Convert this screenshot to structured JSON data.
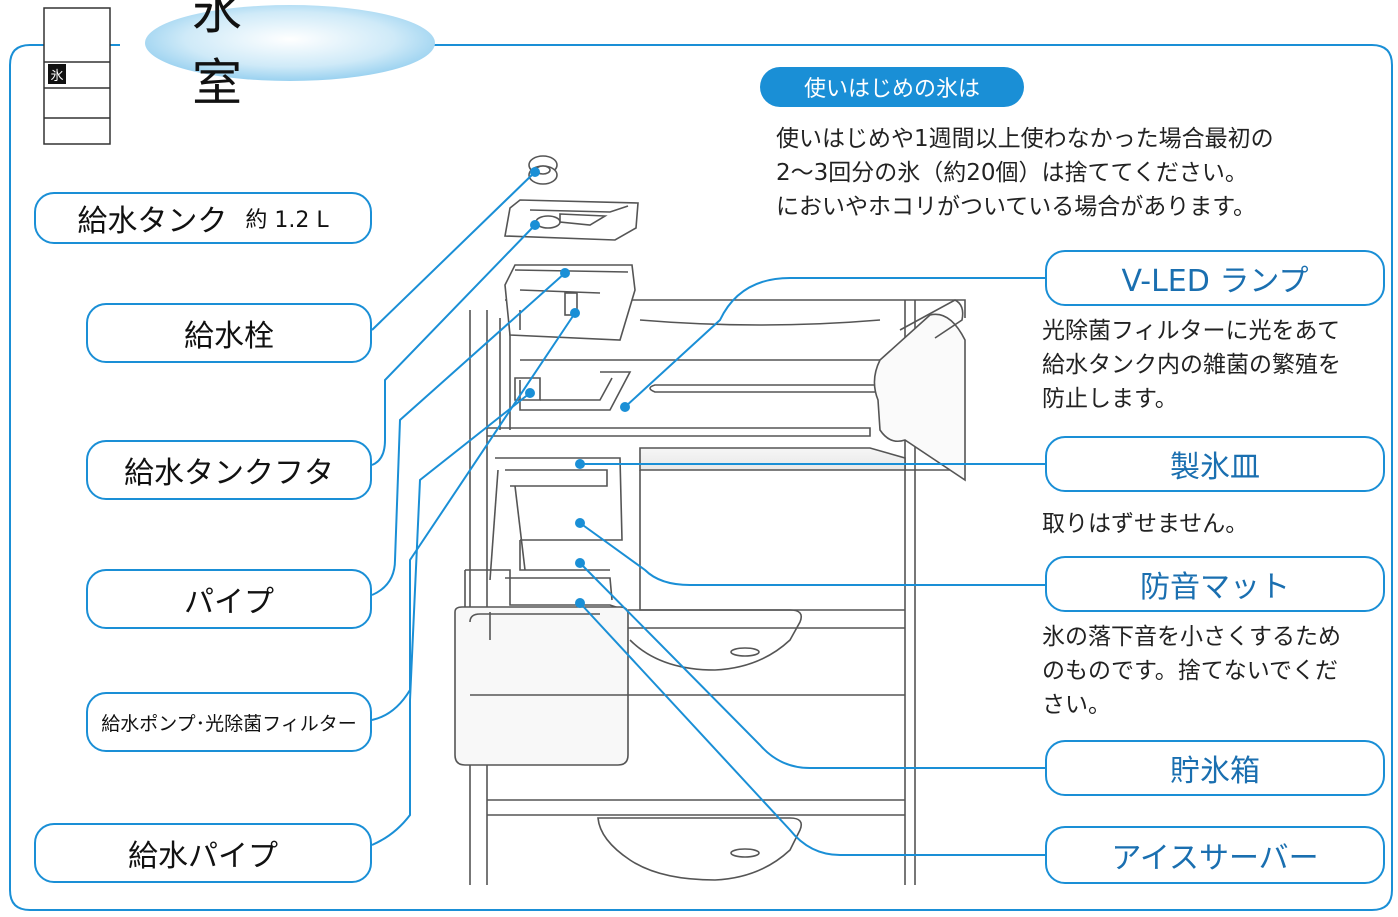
{
  "section": {
    "title": "氷 室",
    "indicator_chip": "氷"
  },
  "first_use": {
    "pill": "使いはじめの氷は",
    "lines": [
      "使いはじめや1週間以上使わなかった場合最初の",
      "2～3回分の氷（約20個）は捨ててください。",
      "においやホコリがついている場合があります。"
    ]
  },
  "left_labels": {
    "tank_name": "給水タンク",
    "tank_capacity": "約 1.2 L",
    "faucet": "給水栓",
    "tank_lid": "給水タンクフタ",
    "pipe": "パイプ",
    "pump_filter": "給水ポンプ･光除菌フィルター",
    "water_pipe": "給水パイプ"
  },
  "right_labels": {
    "vled": "V-LED ランプ",
    "vled_desc": [
      "光除菌フィルターに光をあて",
      "給水タンク内の雑菌の繁殖を",
      "防止します。"
    ],
    "tray": "製氷皿",
    "tray_desc": [
      "取りはずせません。"
    ],
    "mat": "防音マット",
    "mat_desc": [
      "氷の落下音を小さくするため",
      "のものです。捨てないでくだ",
      "さい。"
    ],
    "storage": "貯氷箱",
    "server": "アイスサーバー"
  },
  "colors": {
    "accent": "#1a8fd6",
    "title_oval": "#bfe2f6",
    "outline": "#555555"
  }
}
